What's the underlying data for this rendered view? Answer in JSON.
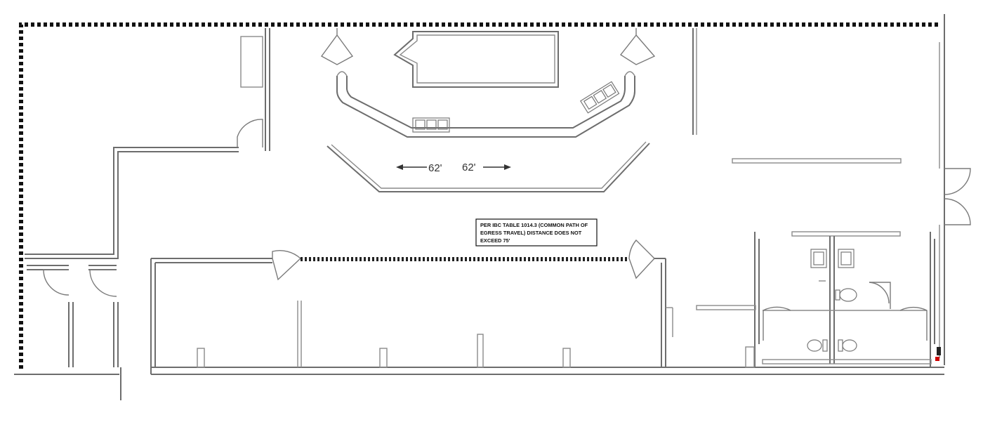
{
  "dimensions": {
    "left_label": "62'",
    "right_label": "62'"
  },
  "note": {
    "line1": "PER IBC TABLE 1014.3 (COMMON PATH OF",
    "line2": "EGRESS TRAVEL) DISTANCE DOES NOT",
    "line3": "EXCEED 75'"
  },
  "colors": {
    "egress_path": "#111111",
    "walls": "#6d6d6d",
    "accent": "#cc0000"
  }
}
